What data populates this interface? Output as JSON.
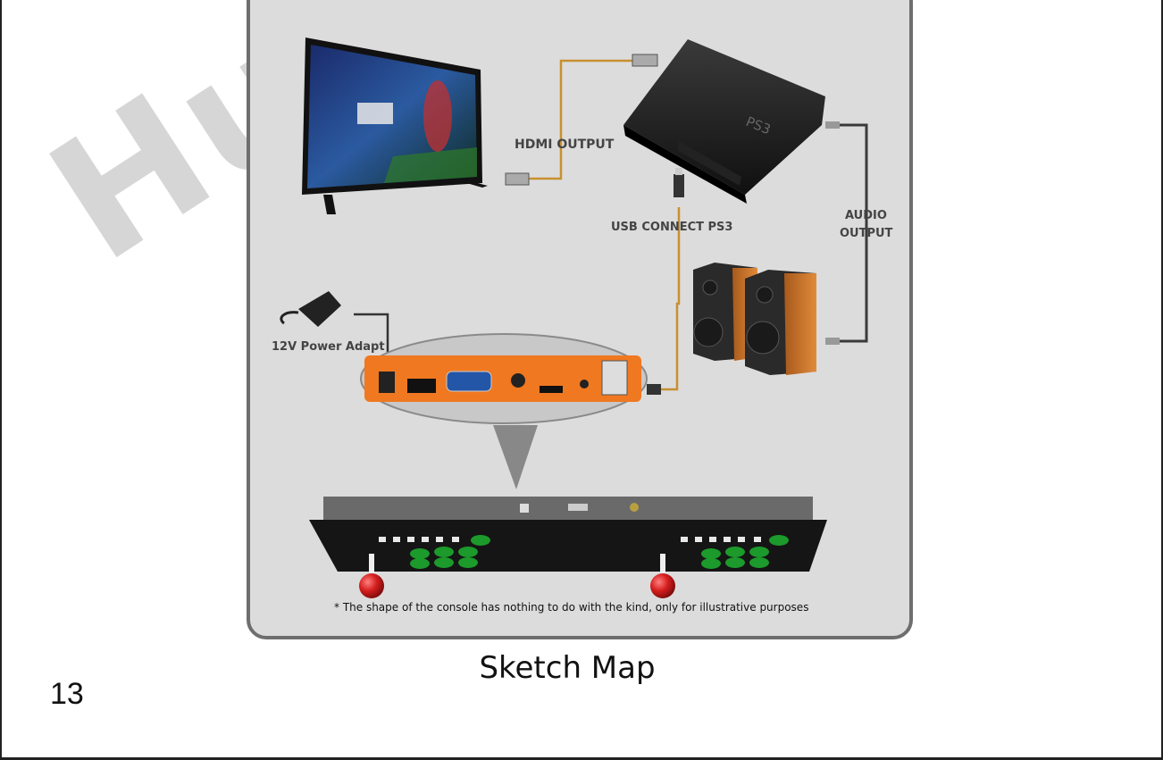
{
  "diagram": {
    "watermark": "Hu",
    "labels": {
      "hdmi_output": "HDMI OUTPUT",
      "usb_connect": "USB CONNECT PS3",
      "audio_output_line1": "AUDIO",
      "audio_output_line2": "OUTPUT",
      "power_adapter": "12V Power Adapt"
    },
    "console_logo": "PS3",
    "footnote": "* The shape of the console has nothing to do with the kind, only for illustrative purposes",
    "colors": {
      "panel_bg": "#dcdcdc",
      "panel_border": "#6e6e6e",
      "cable": "#c89030",
      "audio_cable": "#3a3a3a",
      "io_board": "#f07820",
      "button_green": "#1c9a2c",
      "joystick_ball": "#d61f1f",
      "speaker_wood": "#c8712a"
    }
  },
  "page": {
    "title": "Sketch Map",
    "number": "13"
  }
}
